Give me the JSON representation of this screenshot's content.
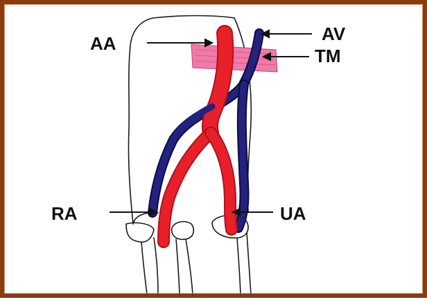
{
  "labels": {
    "aa": "AA",
    "av": "AV",
    "tm": "TM",
    "ra": "RA",
    "ua": "UA"
  },
  "colors": {
    "frame": "#8a3b12",
    "artery": "#e8202a",
    "vein": "#1a1a72",
    "membrane": "#f07aa8",
    "outline": "#1a1a1a"
  }
}
